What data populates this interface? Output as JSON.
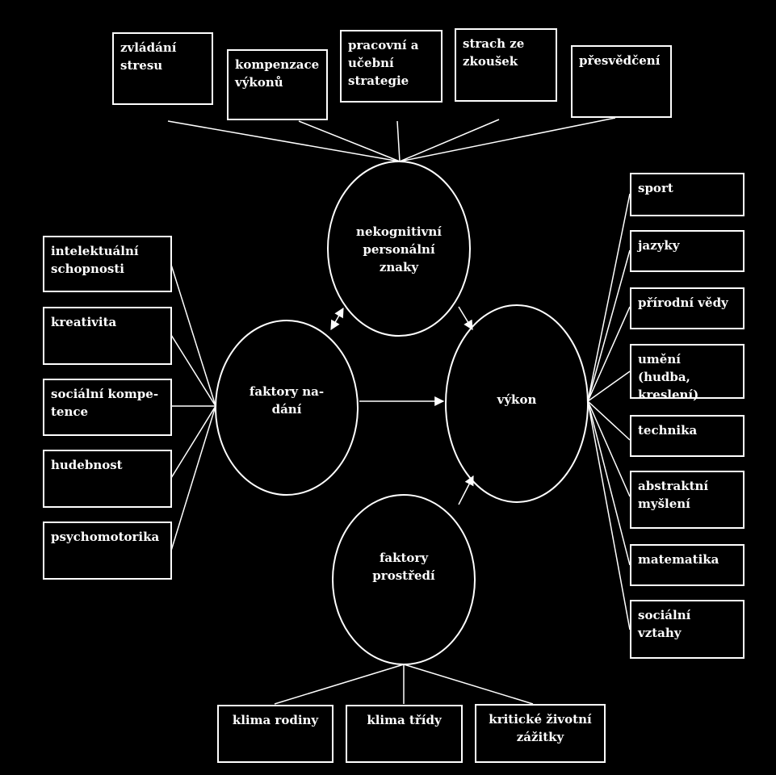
{
  "top_boxes": [
    "zvládání\nstresu",
    "kompenzace\nvýkonů",
    "pracovní a\nučební\nstrategie",
    "strach ze\nzkoušek",
    "přesvědčení"
  ],
  "left_boxes": [
    "intelektuální\nschopnosti",
    "kreativita",
    "sociální kompe-\ntence",
    "hudebnost",
    "psychomotorika"
  ],
  "right_boxes": [
    "sport",
    "jazyky",
    "přírodní vědy",
    "umění (hudba,\nkreslení)",
    "technika",
    "abstraktní\nmyšlení",
    "matematika",
    "sociální\nvztahy"
  ],
  "bottom_boxes": [
    "klima rodiny",
    "klima třídy",
    "kritické životní\nzážitky"
  ],
  "ellipses": {
    "noncognitive": "nekognitivní\npersonální\nznaky",
    "talent": "faktory na-\ndání",
    "performance": "výkon",
    "environment": "faktory\nprostředí"
  },
  "colors": {
    "background": "#000000",
    "foreground": "#ffffff"
  }
}
